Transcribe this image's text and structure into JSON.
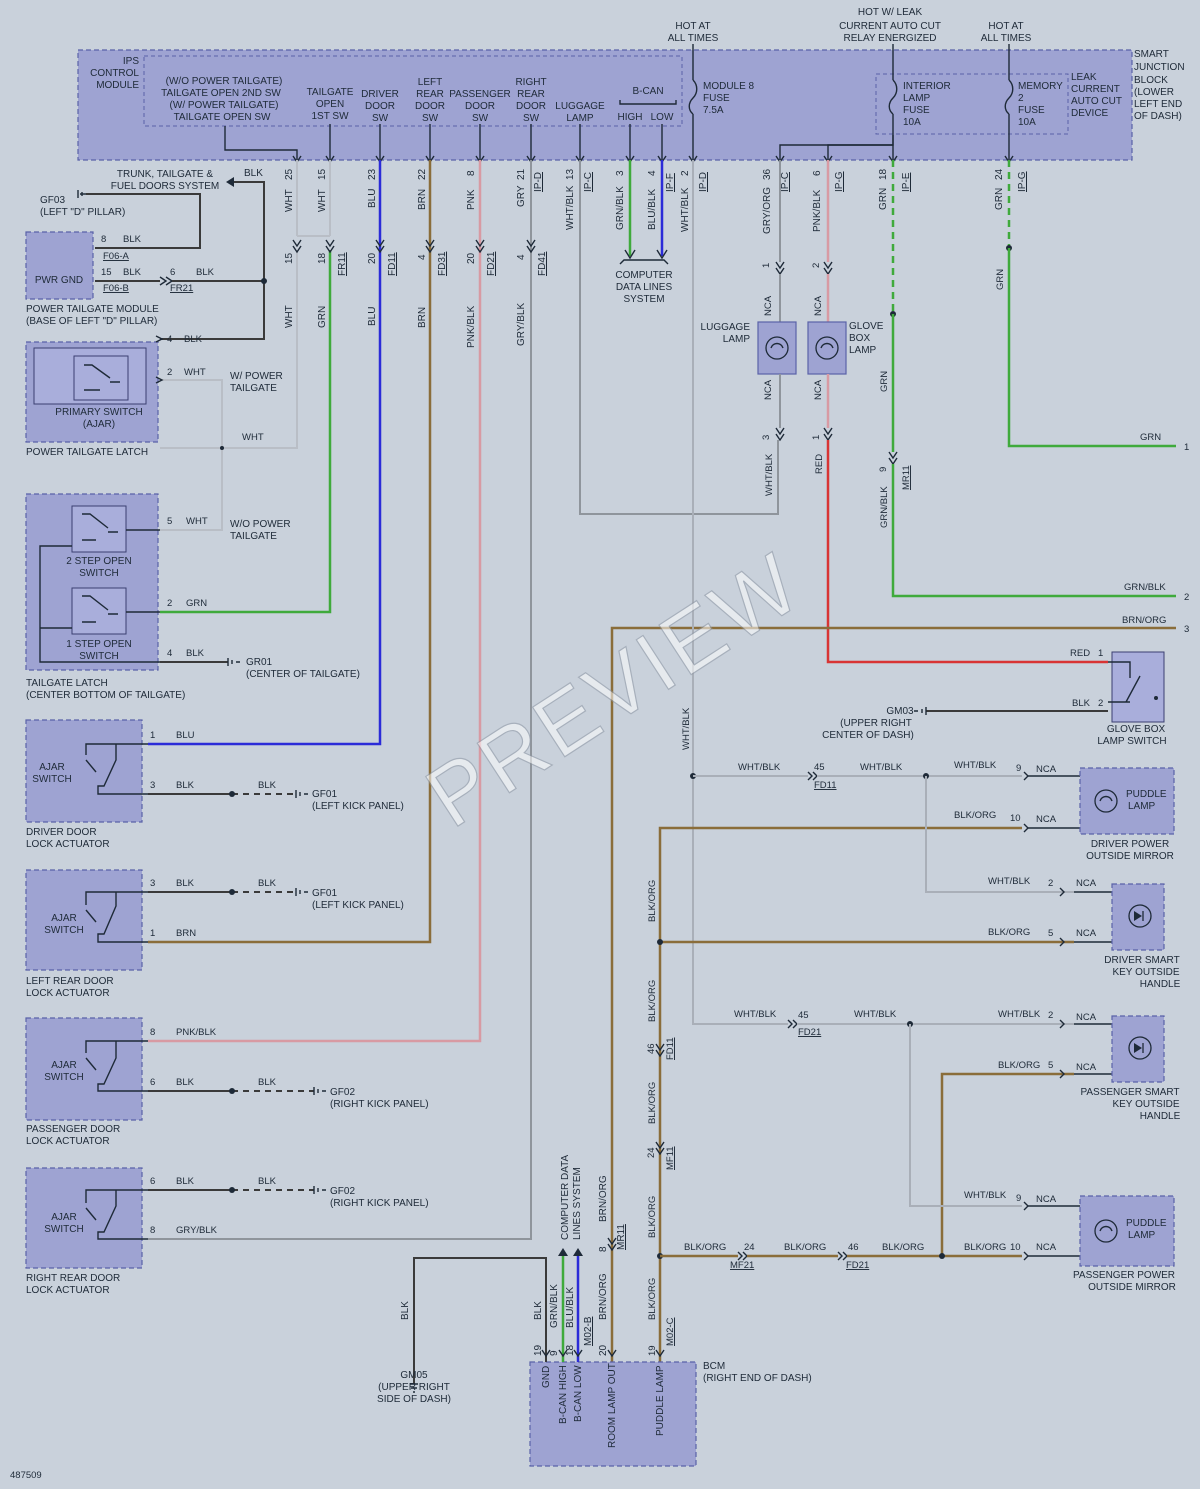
{
  "doc_id": "487509",
  "watermark": "PREVIEW",
  "power": {
    "hot1": [
      "HOT AT",
      "ALL TIMES"
    ],
    "hot2": [
      "HOT W/ LEAK",
      "CURRENT AUTO CUT",
      "RELAY ENERGIZED"
    ],
    "hot3": [
      "HOT AT",
      "ALL TIMES"
    ]
  },
  "sjb": {
    "title": [
      "SMART",
      "JUNCTION",
      "BLOCK",
      "(LOWER",
      "LEFT END",
      "OF DASH)"
    ],
    "ips": [
      "IPS",
      "CONTROL",
      "MODULE"
    ],
    "tailgate_open_2nd": [
      "(W/O POWER TAILGATE)",
      "TAILGATE OPEN 2ND SW",
      "(W/ POWER TAILGATE)",
      "TAILGATE OPEN SW"
    ],
    "tailgate_open_1st": [
      "TAILGATE",
      "OPEN",
      "1ST SW"
    ],
    "driver_door": [
      "DRIVER",
      "DOOR",
      "SW"
    ],
    "left_rear_door": [
      "LEFT",
      "REAR",
      "DOOR",
      "SW"
    ],
    "passenger_door": [
      "PASSENGER",
      "DOOR",
      "SW"
    ],
    "right_rear_door": [
      "RIGHT",
      "REAR",
      "DOOR",
      "SW"
    ],
    "luggage_lamp": [
      "LUGGAGE",
      "LAMP"
    ],
    "bcan": "B-CAN",
    "high": "HIGH",
    "low": "LOW",
    "module8": [
      "MODULE 8",
      "FUSE",
      "7.5A"
    ],
    "interior_fuse": [
      "INTERIOR",
      "LAMP",
      "FUSE",
      "10A"
    ],
    "memory_fuse": [
      "MEMORY",
      "2",
      "FUSE",
      "10A"
    ],
    "leak_cut": [
      "LEAK",
      "CURRENT",
      "AUTO CUT",
      "DEVICE"
    ]
  },
  "sjb_pins": [
    {
      "pin": "25",
      "color": "WHT",
      "conn": ""
    },
    {
      "pin": "15",
      "color": "WHT",
      "conn": ""
    },
    {
      "pin": "23",
      "color": "BLU",
      "conn": ""
    },
    {
      "pin": "22",
      "color": "BRN",
      "conn": ""
    },
    {
      "pin": "8",
      "color": "PNK",
      "conn": ""
    },
    {
      "pin": "21",
      "color": "GRY",
      "conn": "IP-D"
    },
    {
      "pin": "13",
      "color": "WHT/BLK",
      "conn": "IP-C"
    },
    {
      "pin": "3",
      "color": "GRN/BLK",
      "conn": ""
    },
    {
      "pin": "4",
      "color": "BLU/BLK",
      "conn": "IP-F"
    },
    {
      "pin": "2",
      "color": "WHT/BLK",
      "conn": "IP-D"
    },
    {
      "pin": "36",
      "color": "GRY/ORG",
      "conn": "IP-C"
    },
    {
      "pin": "6",
      "color": "PNK/BLK",
      "conn": "IP-G"
    },
    {
      "pin": "18",
      "color": "GRN",
      "conn": "IP-E"
    },
    {
      "pin": "24",
      "color": "GRN",
      "conn": "IP-G"
    }
  ],
  "inline_pins": [
    {
      "pin": "15",
      "color": "WHT",
      "conn": ""
    },
    {
      "pin": "18",
      "color": "GRN",
      "conn": "FR11"
    },
    {
      "pin": "20",
      "color": "BLU",
      "conn": "FD11"
    },
    {
      "pin": "4",
      "color": "BRN",
      "conn": "FD31"
    },
    {
      "pin": "20",
      "color": "PNK/BLK",
      "conn": "FD21"
    },
    {
      "pin": "4",
      "color": "GRY/BLK",
      "conn": "FD41"
    }
  ],
  "trunk_ref": [
    "TRUNK, TAILGATE &",
    "FUEL DOORS SYSTEM"
  ],
  "trunk_blk": "BLK",
  "cdl": [
    "COMPUTER",
    "DATA LINES",
    "SYSTEM"
  ],
  "gf03": [
    "GF03",
    "(LEFT \"D\" PILLAR)"
  ],
  "pwr_gnd": "PWR GND",
  "ptm": [
    "POWER TAILGATE MODULE",
    "(BASE OF LEFT \"D\" PILLAR)"
  ],
  "ptm_pins": [
    {
      "pin": "8",
      "color": "BLK",
      "conn": "F06-A"
    },
    {
      "pin": "15",
      "color": "BLK",
      "conn": "F06-B"
    },
    {
      "pin": "6",
      "color": "BLK",
      "conn": "FR21"
    }
  ],
  "ptl": {
    "name": "POWER TAILGATE LATCH",
    "switch": [
      "PRIMARY SWITCH",
      "(AJAR)"
    ],
    "pin_blk": "4",
    "blk": "BLK",
    "pin_wht": "2",
    "wht": "WHT",
    "w_power": [
      "W/ POWER",
      "TAILGATE"
    ],
    "mid_wht": "WHT",
    "wo_power": [
      "W/O POWER",
      "TAILGATE"
    ]
  },
  "tgl": {
    "name": [
      "TAILGATE LATCH",
      "(CENTER BOTTOM OF TAILGATE)"
    ],
    "sw2": [
      "2 STEP OPEN",
      "SWITCH"
    ],
    "sw1": [
      "1 STEP OPEN",
      "SWITCH"
    ],
    "pin5": "5",
    "wht": "WHT",
    "pin2": "2",
    "grn": "GRN",
    "pin4": "4",
    "blk": "BLK",
    "gr01": [
      "GR01",
      "(CENTER OF TAILGATE)"
    ]
  },
  "ajar": "AJAR",
  "switch": "SWITCH",
  "driver_act": {
    "name": [
      "DRIVER DOOR",
      "LOCK ACTUATOR"
    ],
    "pin1": "1",
    "blu": "BLU",
    "pin3": "3",
    "blk": "BLK",
    "blk2": "BLK",
    "gnd": [
      "GF01",
      "(LEFT KICK PANEL)"
    ]
  },
  "lr_act": {
    "name": [
      "LEFT REAR DOOR",
      "LOCK ACTUATOR"
    ],
    "pin3": "3",
    "blk": "BLK",
    "blk2": "BLK",
    "pin1": "1",
    "brn": "BRN",
    "gnd": [
      "GF01",
      "(LEFT KICK PANEL)"
    ]
  },
  "pass_act": {
    "name": [
      "PASSENGER DOOR",
      "LOCK ACTUATOR"
    ],
    "pin8": "8",
    "pnk": "PNK/BLK",
    "pin6": "6",
    "blk": "BLK",
    "blk2": "BLK",
    "gnd": [
      "GF02",
      "(RIGHT KICK PANEL)"
    ]
  },
  "rr_act": {
    "name": [
      "RIGHT REAR DOOR",
      "LOCK ACTUATOR"
    ],
    "pin6": "6",
    "blk": "BLK",
    "blk2": "BLK",
    "pin8": "8",
    "gry": "GRY/BLK",
    "gnd": [
      "GF02",
      "(RIGHT KICK PANEL)"
    ]
  },
  "luggage": {
    "name": [
      "LUGGAGE",
      "LAMP"
    ],
    "nca": "NCA",
    "pin1": "1",
    "pin3": "3",
    "wire_top": "GRY/ORG",
    "wire_bot": "WHT/BLK"
  },
  "glovebox": {
    "name": [
      "GLOVE",
      "BOX",
      "LAMP"
    ],
    "nca": "NCA",
    "pin2": "2",
    "pin1": "1",
    "wire_top": "PNK/BLK",
    "wire_bot": "RED"
  },
  "grn_lower": {
    "label": "GRN",
    "pin": "9",
    "conn": "MR11",
    "label2": "GRN/BLK"
  },
  "grn_right": "GRN",
  "ext": {
    "e1": {
      "label": "GRN",
      "num": "1"
    },
    "e2": {
      "label": "GRN/BLK",
      "num": "2"
    },
    "e3": {
      "label": "BRN/ORG",
      "num": "3"
    }
  },
  "gbsw": {
    "name": [
      "GLOVE BOX",
      "LAMP SWITCH"
    ],
    "red": "RED",
    "pin1": "1",
    "blk": "BLK",
    "pin2": "2",
    "gnd": [
      "GM03",
      "(UPPER RIGHT",
      "CENTER OF DASH)"
    ]
  },
  "wht_blk_vert": "WHT/BLK",
  "drv_mirror": {
    "name": [
      "DRIVER POWER",
      "OUTSIDE MIRROR"
    ],
    "lamp": [
      "PUDDLE",
      "LAMP"
    ],
    "w1": "WHT/BLK",
    "p45": "45",
    "c1": "FD11",
    "w2": "WHT/BLK",
    "w3": "WHT/BLK",
    "pin9": "9",
    "nca": "NCA",
    "w4": "BLK/ORG",
    "pin10": "10"
  },
  "drv_key": {
    "name": [
      "DRIVER SMART",
      "KEY OUTSIDE",
      "HANDLE"
    ],
    "w1": "WHT/BLK",
    "pin2": "2",
    "w2": "BLK/ORG",
    "pin5": "5",
    "nca": "NCA"
  },
  "pass_key": {
    "name": [
      "PASSENGER SMART",
      "KEY OUTSIDE",
      "HANDLE"
    ],
    "w1": "WHT/BLK",
    "p45": "45",
    "c1": "FD21",
    "w2": "WHT/BLK",
    "w3": "WHT/BLK",
    "pin2": "2",
    "w4": "BLK/ORG",
    "pin5": "5",
    "nca": "NCA"
  },
  "pass_mirror": {
    "name": [
      "PASSENGER POWER",
      "OUTSIDE MIRROR"
    ],
    "lamp": [
      "PUDDLE",
      "LAMP"
    ],
    "w1": "WHT/BLK",
    "pin9": "9",
    "w2": "BLK/ORG",
    "pin10": "10",
    "nca": "NCA"
  },
  "blkorg_vert": {
    "label": "BLK/ORG",
    "p46": "46",
    "c46": "FD11",
    "p24": "24",
    "c24": "MF11",
    "bottom": "BLK/ORG",
    "p19": "19",
    "c19": "M02-C"
  },
  "bottom_chain": {
    "w1": "BLK/ORG",
    "p24": "24",
    "c24": "MF21",
    "w2": "BLK/ORG",
    "p46": "46",
    "c46": "FD21",
    "w3": "BLK/ORG",
    "w4": "BLK/ORG"
  },
  "bcm": {
    "name": [
      "BCM",
      "(RIGHT END OF DASH)"
    ],
    "pins": [
      {
        "pin": "19",
        "color": "BLK",
        "conn": "",
        "func": "GND"
      },
      {
        "pin": "9",
        "color": "GRN/BLK",
        "conn": "",
        "func": "B-CAN HIGH"
      },
      {
        "pin": "18",
        "color": "BLU/BLK",
        "conn": "M02-B",
        "func": "B-CAN LOW"
      },
      {
        "pin": "20",
        "color": "BRN/ORG",
        "conn": "",
        "func": "ROOM LAMP OUT"
      },
      {
        "pin": "19",
        "color": "BLK/ORG",
        "conn": "M02-C",
        "func": "PUDDLE LAMP"
      }
    ],
    "cdl": [
      "COMPUTER DATA",
      "LINES SYSTEM"
    ],
    "brnorg": "BRN/ORG",
    "p8": "8",
    "c8": "MR11",
    "gm05": [
      "GM05",
      "(UPPER RIGHT",
      "SIDE OF DASH)"
    ],
    "blk": "BLK"
  }
}
